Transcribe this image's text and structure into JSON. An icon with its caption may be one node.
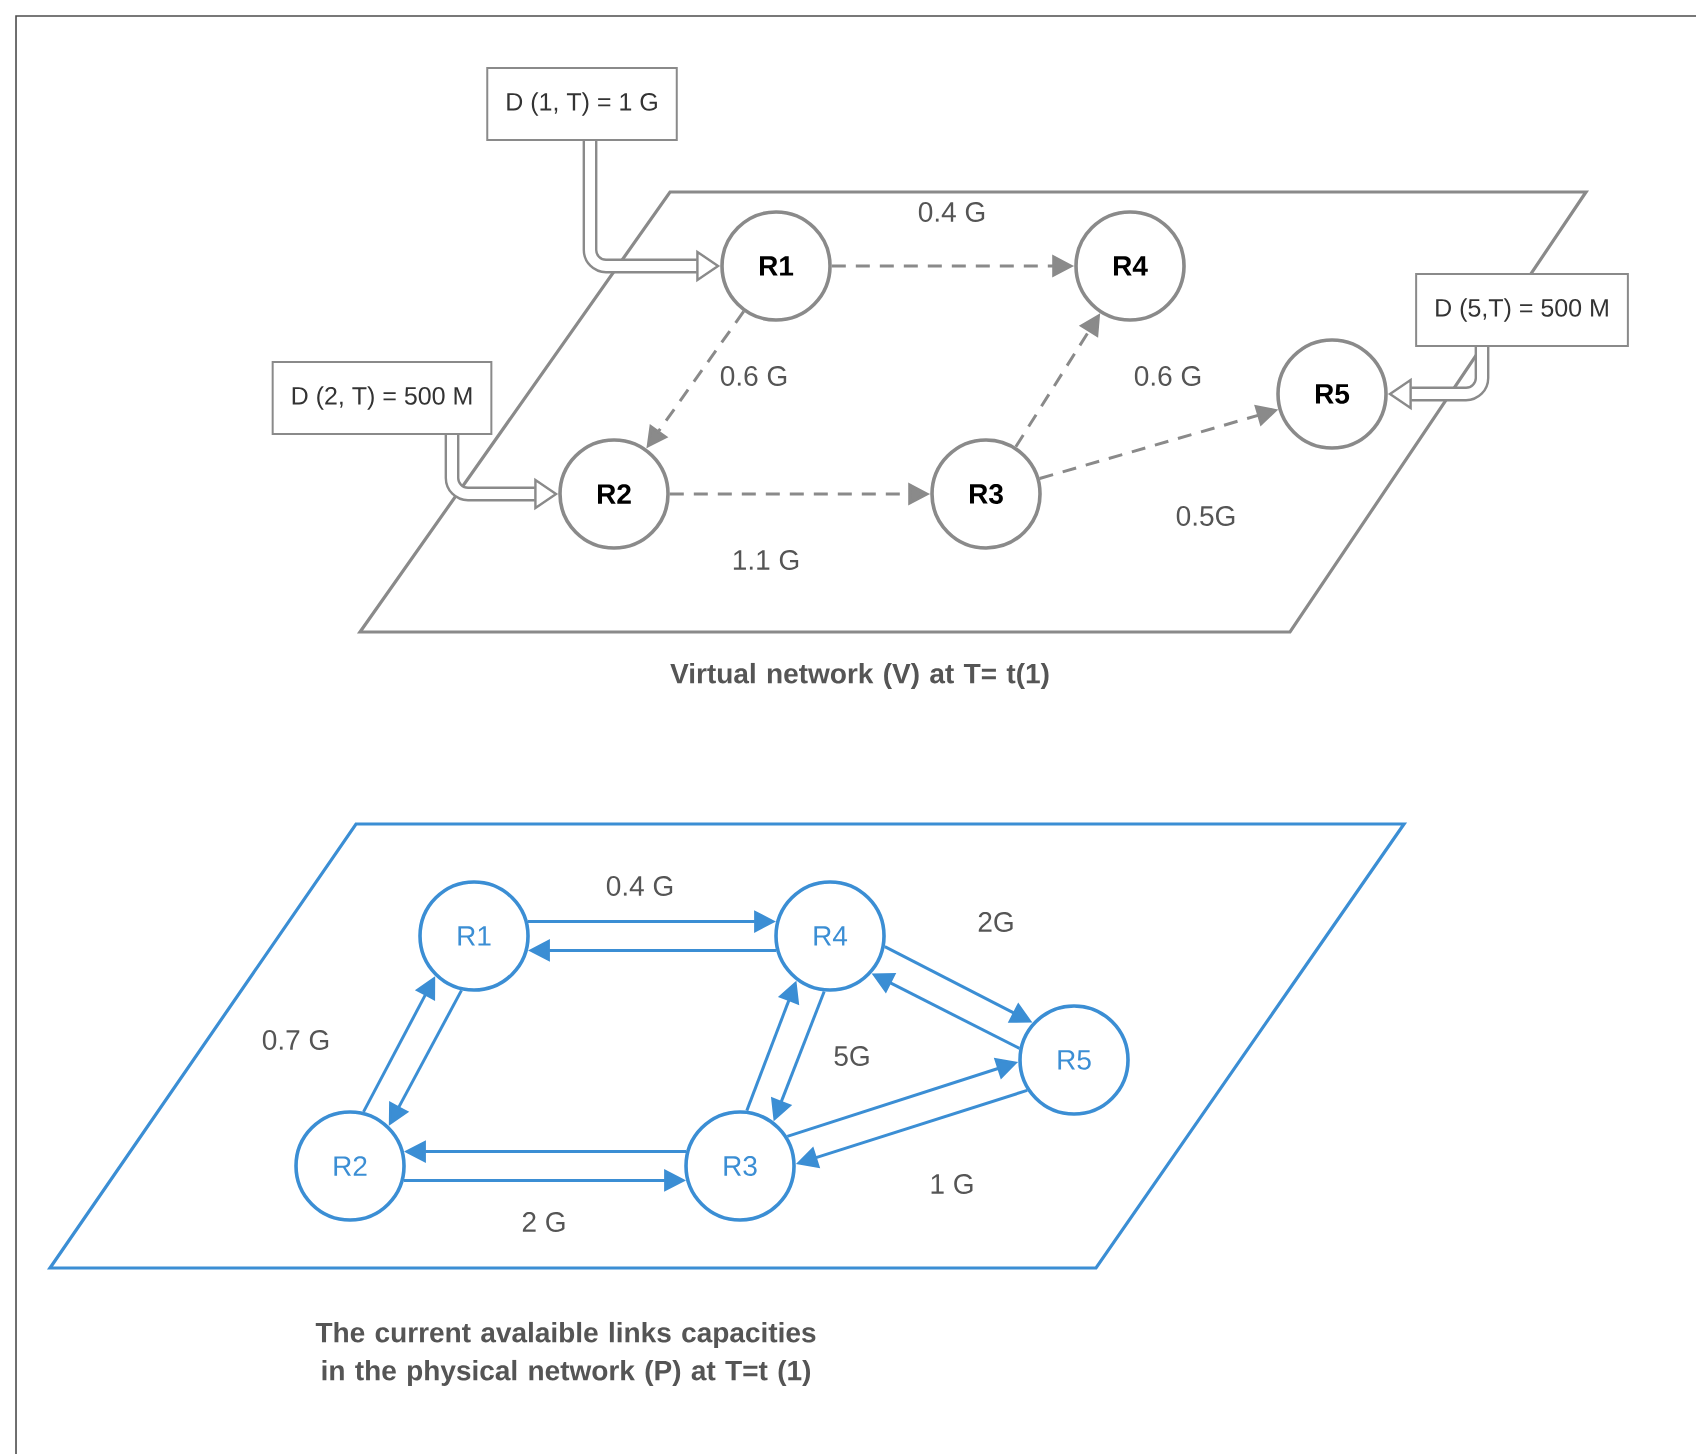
{
  "diagram": {
    "nodes": [
      {
        "text": [
          "Virtual network  (V) at T= t(1)"
        ]
      },
      {
        "text": [
          "R1"
        ],
        "in": 0
      },
      {
        "text": [
          "R4"
        ],
        "in": 0
      },
      {
        "text": [
          "R2"
        ],
        "in": 0
      },
      {
        "text": [
          "R3"
        ],
        "in": 0
      },
      {
        "text": [
          "R5"
        ],
        "in": 0
      },
      {
        "text": [
          "D (1, T) = 1 G"
        ]
      },
      {
        "text": [
          "D (2, T) = 500 M"
        ]
      },
      {
        "text": [
          "D (5,T) = 500 M"
        ]
      },
      {
        "text": [
          "The current avalaible links capacities in the physical network (P) at T=t (1)"
        ]
      },
      {
        "text": [
          "R1"
        ],
        "in": 9
      },
      {
        "text": [
          "R4"
        ],
        "in": 9
      },
      {
        "text": [
          "R2"
        ],
        "in": 9
      },
      {
        "text": [
          "R3"
        ],
        "in": 9
      },
      {
        "text": [
          "R5"
        ],
        "in": 9
      }
    ],
    "edges": [
      {
        "from": 1,
        "to": 2,
        "arrow": "to",
        "label": "0.4 G",
        "style": "dashed",
        "color": "#8a8a8a"
      },
      {
        "from": 1,
        "to": 3,
        "arrow": "to",
        "label": "0.6 G",
        "style": "dashed",
        "color": "#8a8a8a"
      },
      {
        "from": 4,
        "to": 2,
        "arrow": "to",
        "label": "0.6 G",
        "style": "dashed",
        "color": "#8a8a8a"
      },
      {
        "from": 3,
        "to": 4,
        "arrow": "to",
        "label": "1.1 G",
        "style": "dashed",
        "color": "#8a8a8a"
      },
      {
        "from": 4,
        "to": 5,
        "arrow": "to",
        "label": "0.5G",
        "style": "dashed",
        "color": "#8a8a8a"
      },
      {
        "from": 6,
        "to": 1,
        "arrow": "to",
        "style": "thick",
        "color": "#8a8a8a"
      },
      {
        "from": 7,
        "to": 3,
        "arrow": "to",
        "style": "thick",
        "color": "#8a8a8a"
      },
      {
        "from": 8,
        "to": 5,
        "arrow": "to",
        "style": "thick",
        "color": "#8a8a8a"
      },
      {
        "from": 10,
        "to": 11,
        "arrow": "to",
        "label": "0.4 G"
      },
      {
        "from": 11,
        "to": 10,
        "arrow": "to"
      },
      {
        "from": 12,
        "to": 10,
        "arrow": "to",
        "label": "0.7 G"
      },
      {
        "from": 10,
        "to": 12,
        "arrow": "to"
      },
      {
        "from": 13,
        "to": 11,
        "arrow": "to"
      },
      {
        "from": 11,
        "to": 13,
        "arrow": "to",
        "label": "5G"
      },
      {
        "from": 11,
        "to": 14,
        "arrow": "to",
        "label": "2G"
      },
      {
        "from": 14,
        "to": 11,
        "arrow": "to"
      },
      {
        "from": 12,
        "to": 13,
        "arrow": "to",
        "label": "2 G"
      },
      {
        "from": 13,
        "to": 12,
        "arrow": "to"
      },
      {
        "from": 13,
        "to": 14,
        "arrow": "to"
      },
      {
        "from": 14,
        "to": 13,
        "arrow": "to",
        "label": "1 G"
      }
    ]
  }
}
